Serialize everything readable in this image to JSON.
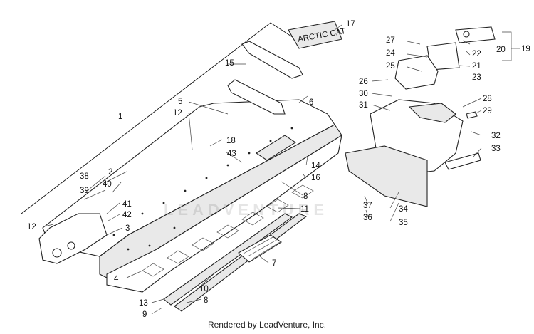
{
  "footer_text": "Rendered by LeadVenture, Inc.",
  "watermark_text": "LEADVENTURE",
  "decal_text": "ARCTIC CAT",
  "callouts": [
    "1",
    "2",
    "3",
    "4",
    "5",
    "6",
    "7",
    "8",
    "8",
    "8",
    "9",
    "10",
    "11",
    "12",
    "12",
    "13",
    "14",
    "15",
    "16",
    "17",
    "18",
    "19",
    "20",
    "21",
    "22",
    "23",
    "24",
    "25",
    "26",
    "27",
    "28",
    "29",
    "30",
    "31",
    "32",
    "33",
    "34",
    "35",
    "36",
    "37",
    "38",
    "39",
    "40",
    "41",
    "42",
    "43"
  ]
}
